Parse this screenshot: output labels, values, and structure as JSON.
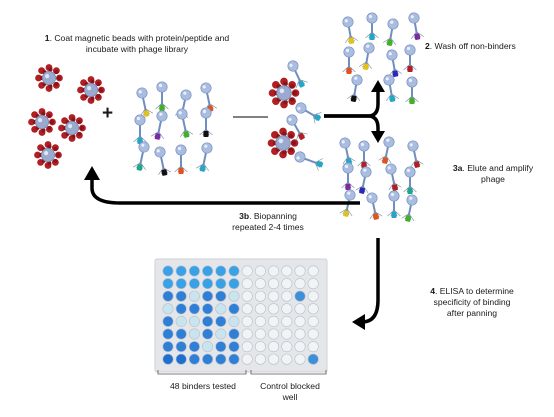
{
  "steps": {
    "s1": {
      "num": "1",
      "text": ". Coat magnetic beads with protein/peptide and",
      "text2": "incubate with phage library"
    },
    "s2": {
      "num": "2",
      "text": ". Wash off non-binders"
    },
    "s3a": {
      "num": "3a",
      "text": ". Elute and amplify",
      "text2": "phage"
    },
    "s3b": {
      "num": "3b",
      "text": ". Biopanning",
      "text2": "repeated 2-4 times"
    },
    "s4": {
      "num": "4",
      "text": ". ELISA to determine",
      "text2": "specificity of binding",
      "text3": "after panning"
    }
  },
  "plus_sign": "+",
  "plate": {
    "left_caption": "48 binders tested",
    "right_caption": "Control blocked",
    "right_caption2": "well"
  },
  "colors": {
    "arrow": "#000000",
    "bead_core": "#9aa9cf",
    "bead_protein": "#b01f24",
    "phage_head": "#a9bde0",
    "well_blue": "#2f7fd6",
    "well_light": "#c9e4ef",
    "plate_bg": "#e3e5e8"
  },
  "phage_tip_colors": [
    "#2a2ab8",
    "#22a8c6",
    "#e0c21c",
    "#7c2aa0",
    "#e0541c",
    "#44b02a",
    "#b01f24",
    "#111111",
    "#1ca88a"
  ]
}
